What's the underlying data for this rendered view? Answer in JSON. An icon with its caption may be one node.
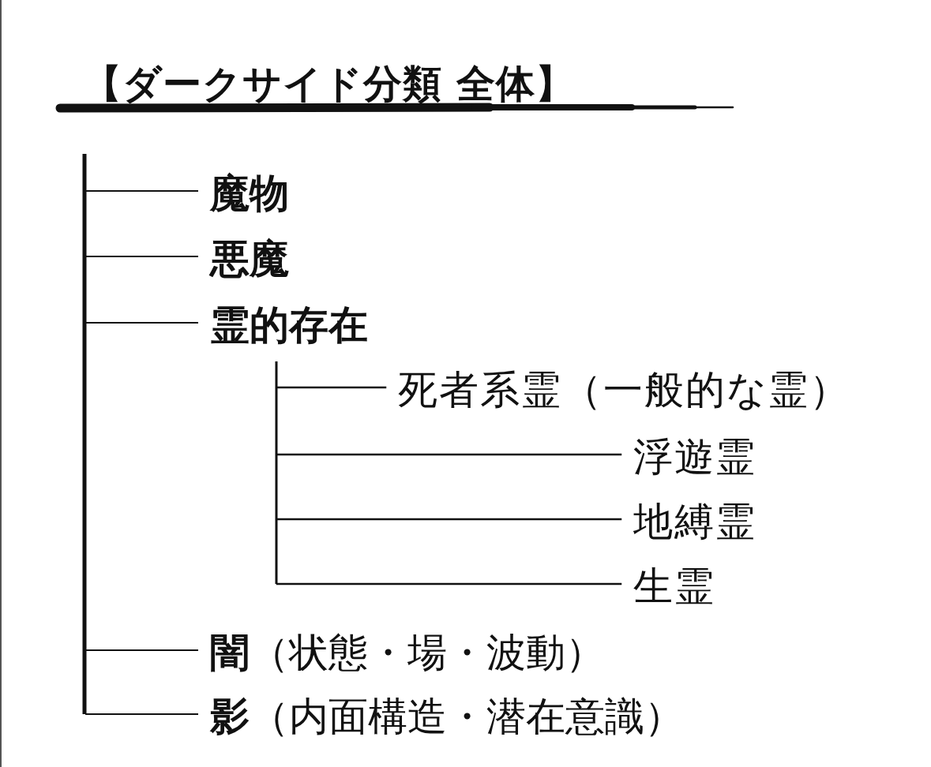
{
  "diagram": {
    "title": "【ダークサイド分類 全体】",
    "nodes": [
      {
        "text": [
          "魔物"
        ]
      },
      {
        "text": [
          "悪魔"
        ]
      },
      {
        "text": [
          "霊的存在"
        ]
      },
      {
        "text": [
          "死者系霊（一般的な霊）"
        ]
      },
      {
        "text": [
          "浮遊霊"
        ]
      },
      {
        "text": [
          "地縛霊"
        ]
      },
      {
        "text": [
          "生霊"
        ]
      },
      {
        "text": [
          "**闇**（状態・場・波動）"
        ]
      },
      {
        "text": [
          "**影**（内面構造・潜在意識）"
        ]
      }
    ],
    "edges": [
      {
        "from": null,
        "to": 0,
        "arrow": "none"
      },
      {
        "from": null,
        "to": 1,
        "arrow": "none"
      },
      {
        "from": null,
        "to": 2,
        "arrow": "none"
      },
      {
        "from": 2,
        "to": 3,
        "arrow": "none"
      },
      {
        "from": 2,
        "to": 4,
        "arrow": "none"
      },
      {
        "from": 2,
        "to": 5,
        "arrow": "none"
      },
      {
        "from": 2,
        "to": 6,
        "arrow": "none"
      },
      {
        "from": null,
        "to": 7,
        "arrow": "none"
      },
      {
        "from": null,
        "to": 8,
        "arrow": "none"
      }
    ]
  }
}
